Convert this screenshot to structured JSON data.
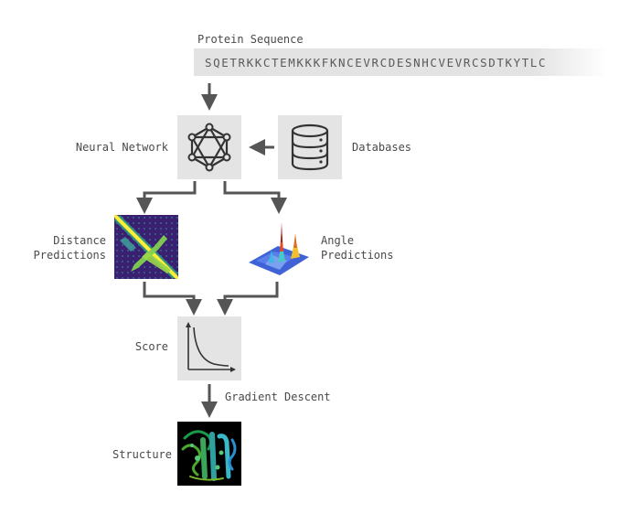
{
  "sequence": {
    "label": "Protein Sequence",
    "value": "SQETRKKCTEMKKKFKNCEVRCDESNHCVEVRCSDTKYTLC"
  },
  "steps": {
    "neural_network": "Neural Network",
    "databases": "Databases",
    "distance_line1": "Distance",
    "distance_line2": "Predictions",
    "angle_line1": "Angle",
    "angle_line2": "Predictions",
    "score": "Score",
    "gradient_descent": "Gradient Descent",
    "structure": "Structure"
  },
  "colors": {
    "arrow": "#555555",
    "box": "#e4e4e4",
    "text": "#4a4a4a"
  },
  "icons": {
    "network": "neural-network-icon",
    "database": "database-icon",
    "score": "score-curve-icon"
  }
}
